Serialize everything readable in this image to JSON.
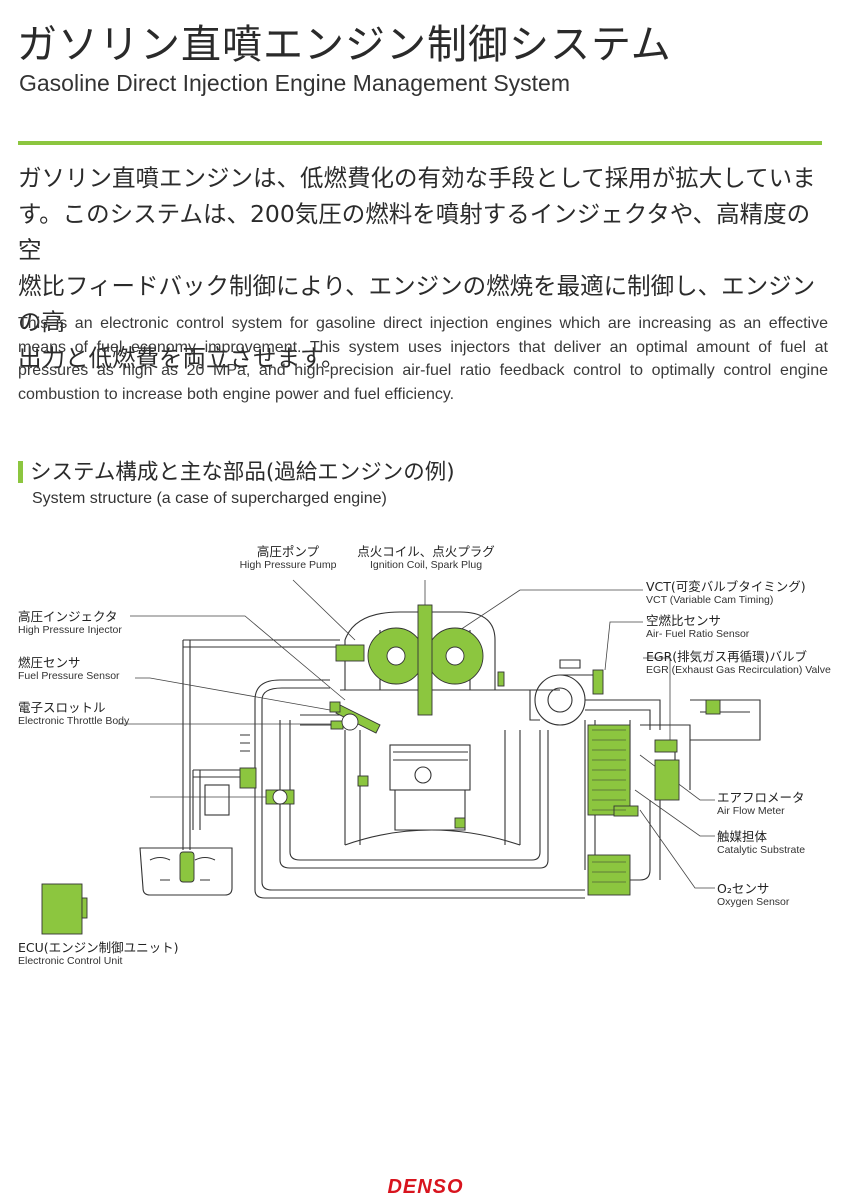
{
  "header": {
    "title_ja": "ガソリン直噴エンジン制御システム",
    "title_en": "Gasoline Direct Injection Engine Management System"
  },
  "intro": {
    "ja_lines": [
      "ガソリン直噴エンジンは、低燃費化の有効な手段として採用が拡大していま",
      "す。このシステムは、200気圧の燃料を噴射するインジェクタや、高精度の空",
      "燃比フィードバック制御により、エンジンの燃焼を最適に制御し、エンジンの高",
      "出力と低燃費を両立させます。"
    ],
    "en": "This is an electronic control system for gasoline direct injection engines which are increasing as an effective means of fuel economy improvement. This system uses injectors that deliver an optimal amount of fuel at pressures as high as 20 MPa, and high-precision air-fuel ratio feedback control to optimally control engine combustion to increase both engine power and fuel efficiency."
  },
  "section": {
    "title_ja": "システム構成と主な部品(過給エンジンの例)",
    "title_en": "System structure (a case of supercharged engine)"
  },
  "labels": {
    "hp_pump": {
      "ja": "高圧ポンプ",
      "en": "High Pressure Pump"
    },
    "ignition": {
      "ja": "点火コイル、点火プラグ",
      "en": "Ignition Coil, Spark Plug"
    },
    "vct": {
      "ja": "VCT(可変バルブタイミング)",
      "en": "VCT (Variable Cam Timing)"
    },
    "af_sensor": {
      "ja": "空燃比センサ",
      "en": "Air- Fuel Ratio Sensor"
    },
    "egr": {
      "ja": "EGR(排気ガス再循環)バルブ",
      "en": "EGR (Exhaust Gas Recirculation) Valve"
    },
    "hp_injector": {
      "ja": "高圧インジェクタ",
      "en": "High Pressure Injector"
    },
    "fp_sensor": {
      "ja": "燃圧センサ",
      "en": "Fuel Pressure Sensor"
    },
    "throttle": {
      "ja": "電子スロットル",
      "en": "Electronic Throttle Body"
    },
    "airflow": {
      "ja": "エアフロメータ",
      "en": "Air Flow Meter"
    },
    "catalyst": {
      "ja": "触媒担体",
      "en": "Catalytic Substrate"
    },
    "o2": {
      "ja": "O₂センサ",
      "en": "Oxygen Sensor"
    },
    "ecu": {
      "ja": "ECU(エンジン制御ユニット)",
      "en": "Electronic Control Unit"
    }
  },
  "colors": {
    "accent": "#8cc63f",
    "component": "#8cc63f",
    "logo": "#d8141e"
  },
  "footer": {
    "logo": "DENSO"
  }
}
